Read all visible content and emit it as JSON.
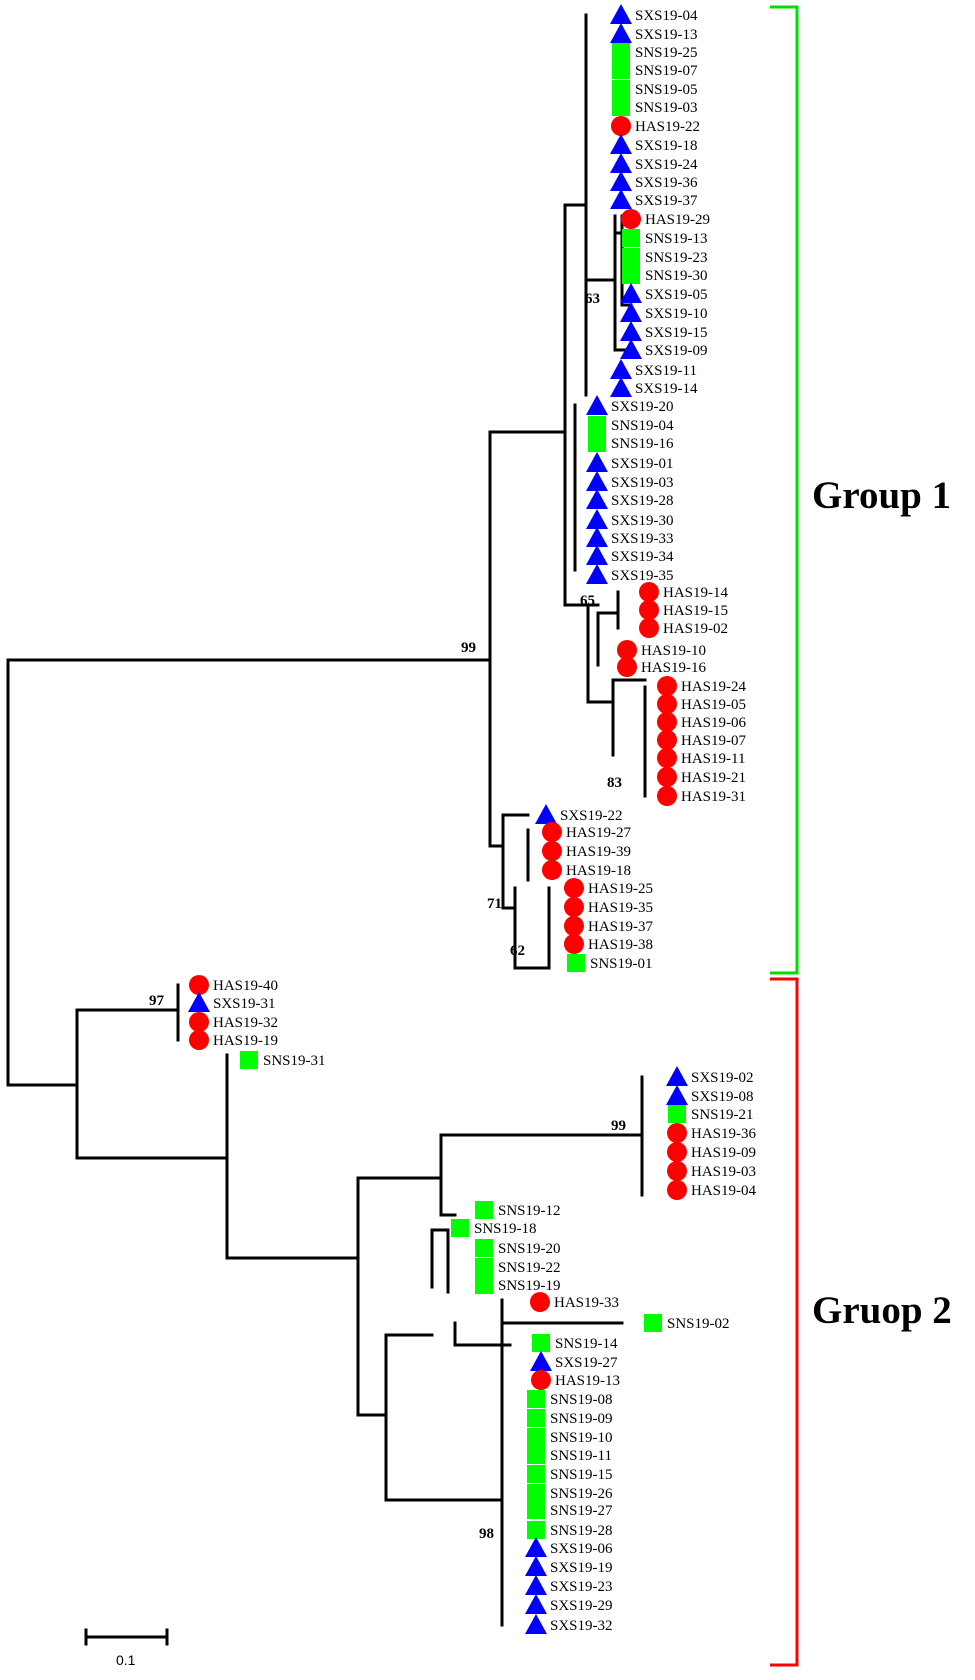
{
  "colors": {
    "HAS": "#ff0000",
    "SXS": "#0000ff",
    "SNS": "#00ff00",
    "group1": "#00dd00",
    "group2": "#ff0000",
    "branch": "#000000"
  },
  "groups": [
    {
      "label": "Group 1",
      "color": "group1"
    },
    {
      "label": "Gruop 2",
      "color": "group2"
    }
  ],
  "scale_bar": {
    "label": "0.1",
    "value": 0.1
  },
  "bootstrap": [
    "99",
    "63",
    "65",
    "83",
    "71",
    "62",
    "97",
    "99",
    "98"
  ],
  "taxa": [
    {
      "label": "SXS19-04",
      "shape": "triangle-icon"
    },
    {
      "label": "SXS19-13",
      "shape": "triangle-icon"
    },
    {
      "label": "SNS19-25",
      "shape": "square-icon"
    },
    {
      "label": "SNS19-07",
      "shape": "square-icon"
    },
    {
      "label": "SNS19-05",
      "shape": "square-icon"
    },
    {
      "label": "SNS19-03",
      "shape": "square-icon"
    },
    {
      "label": "HAS19-22",
      "shape": "circle-icon"
    },
    {
      "label": "SXS19-18",
      "shape": "triangle-icon"
    },
    {
      "label": "SXS19-24",
      "shape": "triangle-icon"
    },
    {
      "label": "SXS19-36",
      "shape": "triangle-icon"
    },
    {
      "label": "SXS19-37",
      "shape": "triangle-icon"
    },
    {
      "label": "HAS19-29",
      "shape": "circle-icon"
    },
    {
      "label": "SNS19-13",
      "shape": "square-icon"
    },
    {
      "label": "SNS19-23",
      "shape": "square-icon"
    },
    {
      "label": "SNS19-30",
      "shape": "square-icon"
    },
    {
      "label": "SXS19-05",
      "shape": "triangle-icon"
    },
    {
      "label": "SXS19-10",
      "shape": "triangle-icon"
    },
    {
      "label": "SXS19-15",
      "shape": "triangle-icon"
    },
    {
      "label": "SXS19-09",
      "shape": "triangle-icon"
    },
    {
      "label": "SXS19-11",
      "shape": "triangle-icon"
    },
    {
      "label": "SXS19-14",
      "shape": "triangle-icon"
    },
    {
      "label": "SXS19-20",
      "shape": "triangle-icon"
    },
    {
      "label": "SNS19-04",
      "shape": "square-icon"
    },
    {
      "label": "SNS19-16",
      "shape": "square-icon"
    },
    {
      "label": "SXS19-01",
      "shape": "triangle-icon"
    },
    {
      "label": "SXS19-03",
      "shape": "triangle-icon"
    },
    {
      "label": "SXS19-28",
      "shape": "triangle-icon"
    },
    {
      "label": "SXS19-30",
      "shape": "triangle-icon"
    },
    {
      "label": "SXS19-33",
      "shape": "triangle-icon"
    },
    {
      "label": "SXS19-34",
      "shape": "triangle-icon"
    },
    {
      "label": "SXS19-35",
      "shape": "triangle-icon"
    },
    {
      "label": "HAS19-14",
      "shape": "circle-icon"
    },
    {
      "label": "HAS19-15",
      "shape": "circle-icon"
    },
    {
      "label": "HAS19-02",
      "shape": "circle-icon"
    },
    {
      "label": "HAS19-10",
      "shape": "circle-icon"
    },
    {
      "label": "HAS19-16",
      "shape": "circle-icon"
    },
    {
      "label": "HAS19-24",
      "shape": "circle-icon"
    },
    {
      "label": "HAS19-05",
      "shape": "circle-icon"
    },
    {
      "label": "HAS19-06",
      "shape": "circle-icon"
    },
    {
      "label": "HAS19-07",
      "shape": "circle-icon"
    },
    {
      "label": "HAS19-11",
      "shape": "circle-icon"
    },
    {
      "label": "HAS19-21",
      "shape": "circle-icon"
    },
    {
      "label": "HAS19-31",
      "shape": "circle-icon"
    },
    {
      "label": "SXS19-22",
      "shape": "triangle-icon"
    },
    {
      "label": "HAS19-27",
      "shape": "circle-icon"
    },
    {
      "label": "HAS19-39",
      "shape": "circle-icon"
    },
    {
      "label": "HAS19-18",
      "shape": "circle-icon"
    },
    {
      "label": "HAS19-25",
      "shape": "circle-icon"
    },
    {
      "label": "HAS19-35",
      "shape": "circle-icon"
    },
    {
      "label": "HAS19-37",
      "shape": "circle-icon"
    },
    {
      "label": "HAS19-38",
      "shape": "circle-icon"
    },
    {
      "label": "SNS19-01",
      "shape": "square-icon"
    },
    {
      "label": "HAS19-40",
      "shape": "circle-icon"
    },
    {
      "label": "SXS19-31",
      "shape": "triangle-icon"
    },
    {
      "label": "HAS19-32",
      "shape": "circle-icon"
    },
    {
      "label": "HAS19-19",
      "shape": "circle-icon"
    },
    {
      "label": "SNS19-31",
      "shape": "square-icon"
    },
    {
      "label": "SXS19-02",
      "shape": "triangle-icon"
    },
    {
      "label": "SXS19-08",
      "shape": "triangle-icon"
    },
    {
      "label": "SNS19-21",
      "shape": "square-icon"
    },
    {
      "label": "HAS19-36",
      "shape": "circle-icon"
    },
    {
      "label": "HAS19-09",
      "shape": "circle-icon"
    },
    {
      "label": "HAS19-03",
      "shape": "circle-icon"
    },
    {
      "label": "HAS19-04",
      "shape": "circle-icon"
    },
    {
      "label": "SNS19-12",
      "shape": "square-icon"
    },
    {
      "label": "SNS19-18",
      "shape": "square-icon"
    },
    {
      "label": "SNS19-20",
      "shape": "square-icon"
    },
    {
      "label": "SNS19-22",
      "shape": "square-icon"
    },
    {
      "label": "SNS19-19",
      "shape": "square-icon"
    },
    {
      "label": "HAS19-33",
      "shape": "circle-icon"
    },
    {
      "label": "SNS19-02",
      "shape": "square-icon"
    },
    {
      "label": "SNS19-14",
      "shape": "square-icon"
    },
    {
      "label": "SXS19-27",
      "shape": "triangle-icon"
    },
    {
      "label": "HAS19-13",
      "shape": "circle-icon"
    },
    {
      "label": "SNS19-08",
      "shape": "square-icon"
    },
    {
      "label": "SNS19-09",
      "shape": "square-icon"
    },
    {
      "label": "SNS19-10",
      "shape": "square-icon"
    },
    {
      "label": "SNS19-11",
      "shape": "square-icon"
    },
    {
      "label": "SNS19-15",
      "shape": "square-icon"
    },
    {
      "label": "SNS19-26",
      "shape": "square-icon"
    },
    {
      "label": "SNS19-27",
      "shape": "square-icon"
    },
    {
      "label": "SNS19-28",
      "shape": "square-icon"
    },
    {
      "label": "SXS19-06",
      "shape": "triangle-icon"
    },
    {
      "label": "SXS19-19",
      "shape": "triangle-icon"
    },
    {
      "label": "SXS19-23",
      "shape": "triangle-icon"
    },
    {
      "label": "SXS19-29",
      "shape": "triangle-icon"
    },
    {
      "label": "SXS19-32",
      "shape": "triangle-icon"
    }
  ]
}
